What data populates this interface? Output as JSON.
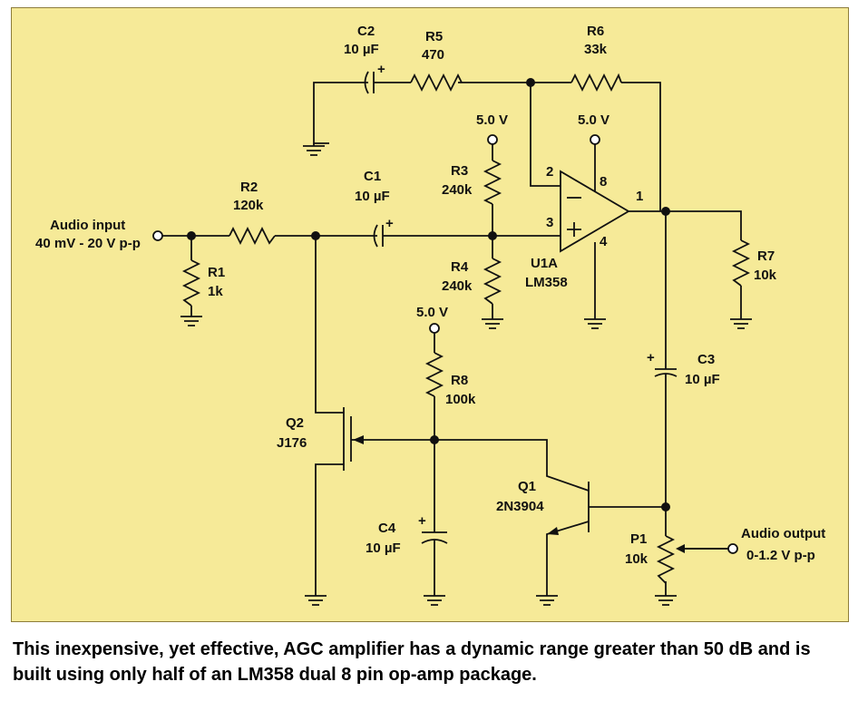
{
  "labels": {
    "c2": "C2",
    "c2_val": "10 µF",
    "r5": "R5",
    "r5_val": "470",
    "r6": "R6",
    "r6_val": "33k",
    "v_r3": "5.0 V",
    "v_op": "5.0 V",
    "v_r8": "5.0 V",
    "r2": "R2",
    "r2_val": "120k",
    "c1": "C1",
    "c1_val": "10 µF",
    "r3": "R3",
    "r3_val": "240k",
    "r4": "R4",
    "r4_val": "240k",
    "r1": "R1",
    "r1_val": "1k",
    "input_line1": "Audio input",
    "input_line2": "40 mV - 20 V p-p",
    "pin2": "2",
    "pin3": "3",
    "pin8": "8",
    "pin4": "4",
    "pin1": "1",
    "u1": "U1A",
    "u1_part": "LM358",
    "r7": "R7",
    "r7_val": "10k",
    "c3": "C3",
    "c3_val": "10 µF",
    "r8": "R8",
    "r8_val": "100k",
    "q2": "Q2",
    "q2_part": "J176",
    "c4": "C4",
    "c4_val": "10 µF",
    "q1": "Q1",
    "q1_part": "2N3904",
    "p1": "P1",
    "p1_val": "10k",
    "output_line1": "Audio output",
    "output_line2": "0-1.2 V p-p",
    "plus": "+",
    "minus": "−"
  },
  "caption": {
    "line1": "This inexpensive, yet effective, AGC amplifier has a dynamic range greater than 50 dB and is",
    "line2": "built using only half of an LM358 dual 8 pin op-amp package."
  }
}
